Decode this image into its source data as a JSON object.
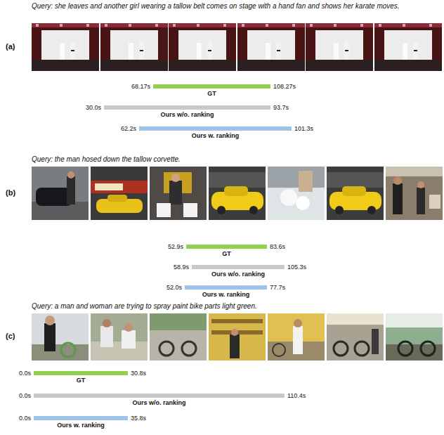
{
  "diagram": {
    "nodes": [
      {
        "text": [
          "68.17s",
          "GT",
          "108.27s"
        ]
      },
      {
        "text": [
          "30.0s",
          "Ours w/o. ranking",
          "93.7s"
        ]
      },
      {
        "text": [
          "62.2s",
          "Ours w. ranking",
          "101.3s"
        ]
      },
      {
        "text": [
          "52.9s",
          "GT",
          "83.6s"
        ]
      },
      {
        "text": [
          "58.9s",
          "Ours w/o. ranking",
          "105.3s"
        ]
      },
      {
        "text": [
          "52.0s",
          "Ours w. ranking",
          "77.7s"
        ]
      },
      {
        "text": [
          "0.0s",
          "GT",
          "30.8s"
        ]
      },
      {
        "text": [
          "0.0s",
          "Ours w/o. ranking",
          "110.4s"
        ]
      },
      {
        "text": [
          "0.0s",
          "Ours w. ranking",
          "35.8s"
        ]
      }
    ],
    "labels": [
      "Query: she leaves and another girl wearing a tallow belt comes on stage with a hand fan and shows her karate moves.",
      "(a)",
      "Query: the man hosed down the tallow corvette.",
      "(b)",
      "Query: a man and woman are trying to spray paint bike parts light green.",
      "(c)"
    ]
  }
}
